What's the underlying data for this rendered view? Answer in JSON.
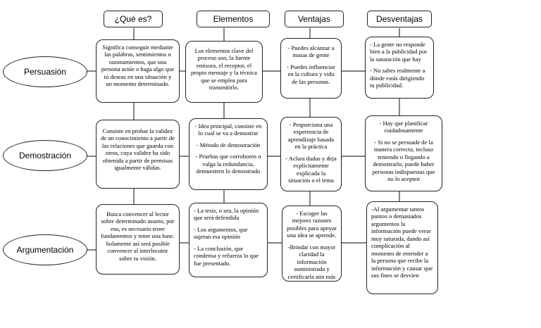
{
  "headers": {
    "que_es": "¿Qué es?",
    "elementos": "Elementos",
    "ventajas": "Ventajas",
    "desventajas": "Desventajas"
  },
  "rows": {
    "persuasion": {
      "label": "Persuasión",
      "que_es": "Significa conseguir mediante las palabras, sentimientos o razonamientos, que una persona actúe o haga algo que tú deseas en una situación y un momento determinado.",
      "elementos": "Los elementos clave del proceso son, la fuente emisora, el receptor, el propio mensaje y la técnica que se emplea para transmitirlo.",
      "ventajas": [
        "- Puedes alcanzar a masas de gente",
        "- Puedes influenciar en la cultura y vida de las personas."
      ],
      "desventajas": [
        "- La gente no responde bien a la publicidad por la saturación que hay",
        "- No sabes realmente a dónde estás dirigiendo tu publicidad."
      ]
    },
    "demostracion": {
      "label": "Demostración",
      "que_es": "Consiste en probar la validez de un conocimiento a partir de las relaciones que guarda con otros, cuya validez ha sido obtenida a partir de premisas igualmente válidas.",
      "elementos": [
        "- Idea principal, consiste en lo cual se va a demostrar",
        "- Método de demostración",
        "- Pruebas que corroboren o valga la redundancia, demuestren lo demostrado"
      ],
      "ventajas": [
        "- Proporciona una experiencia de aprendizaje basada en la práctica",
        "- Aclara dudas y deja explícitamente explicada la situación o el tema"
      ],
      "desventajas": [
        "- Hay que planificar cuidadosamente",
        "- Si no se persuade de la manera correcta, incluso teniendo o llegando a demostrarlo, puede haber personas indispuestas que no lo acepten"
      ]
    },
    "argumentacion": {
      "label": "Argumentación",
      "que_es": "Busca convencer al lector sobre determinado asunto, por eso, es necesario tener fundamentos y tener una base. Solamente así será posible convencer al interlocutor sobre tu visión.",
      "elementos": [
        "- La tesis, o sea, la opinión que será defendida",
        "- Los argumentos, que sujetan esa opinión",
        "- La conclusión, que condensa y refuerza lo que fue presentado."
      ],
      "ventajas": [
        "- Escoger las mejores razones posibles para apoyar una idea se aprende.",
        "-Brindar con mayor claridad la información suministrada y certificarla aún más con cada argumento"
      ],
      "desventajas": "-Al argumentar tantos puntos o demasiados argumentos la información puede verse muy saturada, dando así complicación al momento de entender a la persona que recibe la información y causar que sus fines se desvíen"
    }
  }
}
